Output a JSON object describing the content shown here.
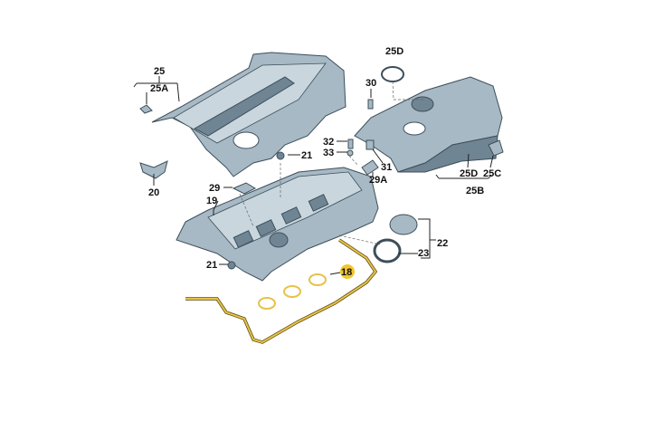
{
  "diagram": {
    "labels": {
      "l25": "25",
      "l25a": "25A",
      "l25d_top": "25D",
      "l30": "30",
      "l32": "32",
      "l33": "33",
      "l21_top": "21",
      "l31": "31",
      "l20": "20",
      "l29": "29",
      "l29a": "29A",
      "l19": "19",
      "l25d": "25D",
      "l25c": "25C",
      "l25b": "25B",
      "l22": "22",
      "l23": "23",
      "l21_bottom": "21",
      "l18": "18"
    },
    "colors": {
      "part": "#a7b9c5",
      "gasket": "#e6c248",
      "highlight": "#f2c62e"
    }
  }
}
